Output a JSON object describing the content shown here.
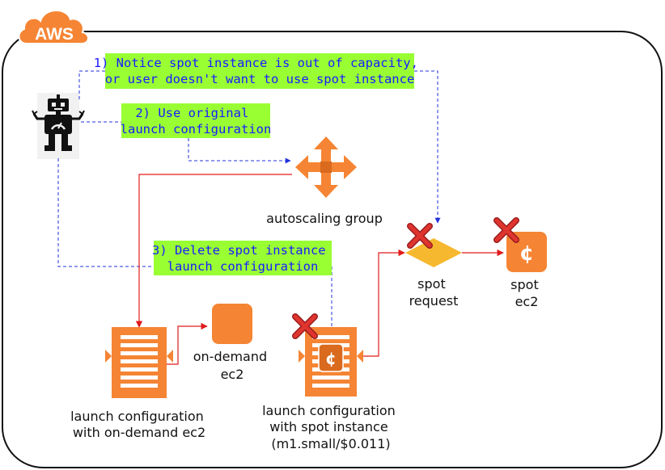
{
  "aws_badge": "AWS",
  "notes": {
    "step1": [
      "1) Notice spot instance is out of capacity,",
      "or user doesn't want to use spot instance"
    ],
    "step2": [
      "2) Use original",
      "launch configuration"
    ],
    "step3": [
      "3) Delete spot instance",
      "launch configuration"
    ]
  },
  "labels": {
    "autoscaling": "autoscaling group",
    "spot_request": [
      "spot",
      "request"
    ],
    "spot_ec2": [
      "spot",
      "ec2"
    ],
    "ondemand_ec2": [
      "on-demand",
      "ec2"
    ],
    "lc_ondemand": [
      "launch configuration",
      "with on-demand ec2"
    ],
    "lc_spot": [
      "launch configuration",
      "with spot instance",
      "(m1.small/$0.011)"
    ]
  },
  "glyphs": {
    "cent": "¢"
  },
  "colors": {
    "aws_orange": "#f58534",
    "note_green": "#99ff33",
    "note_text": "#1a1aff",
    "red_line": "#e01b1b",
    "blue_dash": "#2233dd",
    "diamond": "#f6b82f",
    "cross_red": "#e0342f"
  }
}
